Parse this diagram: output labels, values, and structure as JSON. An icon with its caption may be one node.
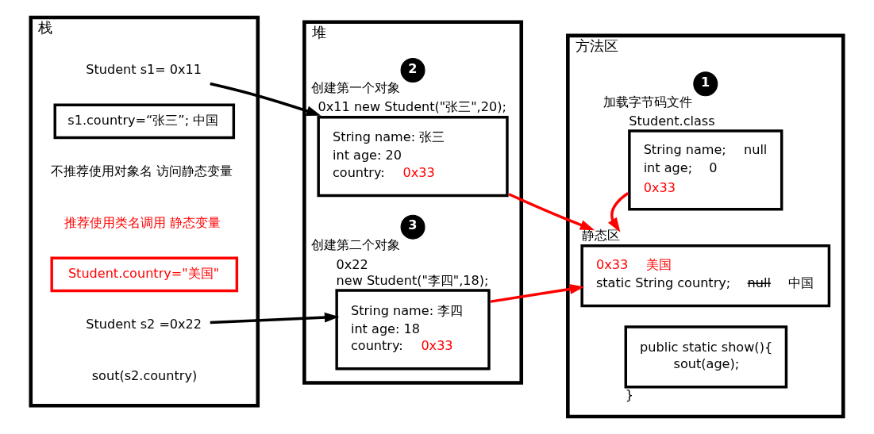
{
  "diagram": {
    "nodes": [
      {
        "text": [
          "栈"
        ]
      },
      {
        "text": [
          "Student s1= 0x11"
        ],
        "in": 0
      },
      {
        "text": [
          "s1.country=“张三”; 中国"
        ],
        "in": 0
      },
      {
        "text": [
          "Student.country=\"美国\""
        ],
        "in": 0
      },
      {
        "text": [
          "Student s2 =0x22"
        ],
        "in": 0
      },
      {
        "text": [
          "堆"
        ]
      },
      {
        "text": [
          "2"
        ],
        "beside": [
          "创建第一个对象"
        ],
        "in": 5
      },
      {
        "text": [
          "0x11 new Student(\"张三\",20);",
          "String name: 张三",
          "int age: 20",
          "country:",
          "0x33"
        ],
        "in": 5
      },
      {
        "text": [
          "3"
        ],
        "beside": [
          "创建第二个对象"
        ],
        "in": 5
      },
      {
        "text": [
          "0x22",
          "new Student(\"李四\",18);",
          "String name: 李四",
          "int age: 18",
          "country:",
          "0x33"
        ],
        "in": 5
      },
      {
        "text": [
          "方法区"
        ]
      },
      {
        "text": [
          "1"
        ],
        "beside": [
          "加载字节码文件"
        ],
        "in": 10
      },
      {
        "text": [
          "Student.class",
          "String name;",
          "int age;",
          "null",
          "0",
          "0x33"
        ],
        "in": 10
      },
      {
        "text": [
          "静态区",
          "0x33",
          "美国",
          "static String country;",
          "null",
          "中国"
        ],
        "in": 10
      },
      {
        "text": [
          "public static show(){",
          "sout(age);",
          "}"
        ],
        "in": 10
      }
    ],
    "edges": [
      {
        "from": 1,
        "to": 7,
        "arrow": "to",
        "color": "#000000"
      },
      {
        "from": 4,
        "to": 9,
        "arrow": "to",
        "color": "#000000"
      },
      {
        "from": 7,
        "to": 13,
        "arrow": "to"
      },
      {
        "from": 9,
        "to": 13,
        "arrow": "to"
      },
      {
        "from": 12,
        "to": 13,
        "arrow": "to"
      }
    ],
    "labels": [
      "不推荐使用对象名 访问静态变量",
      "推荐使用类名调用 静态变量",
      "sout(s2.country)"
    ]
  }
}
